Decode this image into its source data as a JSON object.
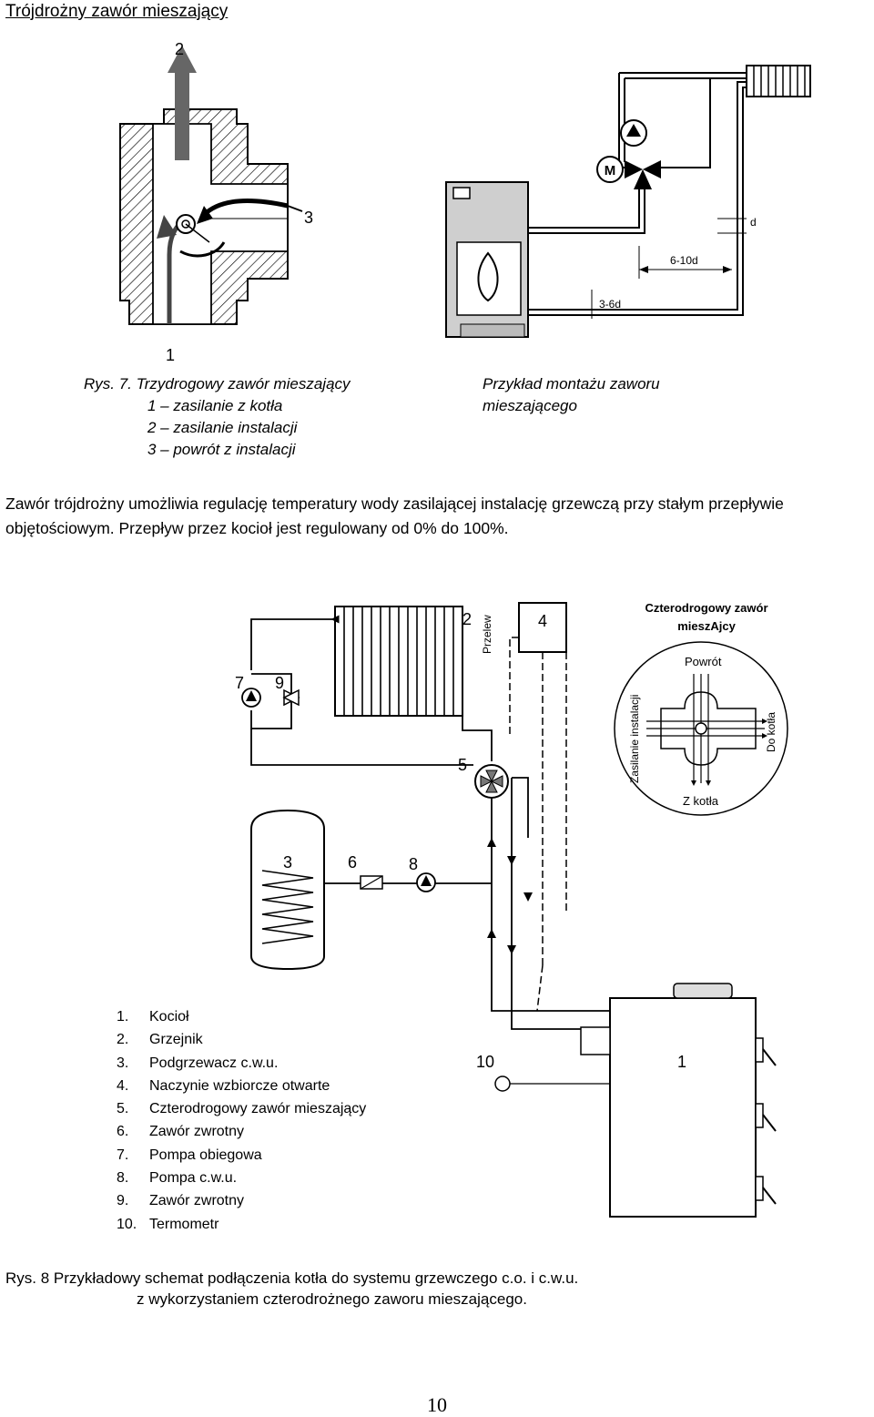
{
  "heading": "Trójdrożny zawór mieszający",
  "fig7": {
    "label_2": "2",
    "label_3": "3",
    "label_1": "1",
    "caption_lines": [
      "Rys. 7. Trzydrogowy zawór mieszający",
      "1 – zasilanie z kotła",
      "2 – zasilanie instalacji",
      "3 – powrót z instalacji"
    ],
    "example_lines": [
      "Przykład montażu zaworu",
      "mieszającego"
    ],
    "install_labels": {
      "motor": "M",
      "d": "d",
      "dist1": "6-10d",
      "dist2": "3-6d"
    }
  },
  "paragraph": "Zawór trójdrożny umożliwia regulację temperatury wody zasilającej instalację grzewczą przy stałym przepływie objętościowym. Przepływ przez kocioł jest regulowany od 0% do 100%.",
  "fig8": {
    "numbers": {
      "n1": "1",
      "n2": "2",
      "n3": "3",
      "n4": "4",
      "n5": "5",
      "n6": "6",
      "n7": "7",
      "n8": "8",
      "n9": "9",
      "n10": "10"
    },
    "overflow": "Przelew",
    "valve_title": [
      "Czterodrogowy zawór",
      "mieszAjcy"
    ],
    "valve_labels": {
      "top": "Powrót",
      "left": "Zasilanie instalacji",
      "right": "Do kotła",
      "bottom": "Z kotła"
    },
    "legend": [
      {
        "n": "1.",
        "t": "Kocioł"
      },
      {
        "n": "2.",
        "t": "Grzejnik"
      },
      {
        "n": "3.",
        "t": "Podgrzewacz c.w.u."
      },
      {
        "n": "4.",
        "t": "Naczynie wzbiorcze otwarte"
      },
      {
        "n": "5.",
        "t": "Czterodrogowy zawór mieszający"
      },
      {
        "n": "6.",
        "t": "Zawór zwrotny"
      },
      {
        "n": "7.",
        "t": "Pompa obiegowa"
      },
      {
        "n": "8.",
        "t": "Pompa c.w.u."
      },
      {
        "n": "9.",
        "t": "Zawór zwrotny"
      },
      {
        "n": "10.",
        "t": "Termometr"
      }
    ],
    "caption_lines": [
      "Rys. 8 Przykładowy  schemat podłączenia kotła do systemu grzewczego c.o. i c.w.u.",
      "z wykorzystaniem czterodrożnego zaworu mieszającego."
    ]
  },
  "page_number": "10"
}
